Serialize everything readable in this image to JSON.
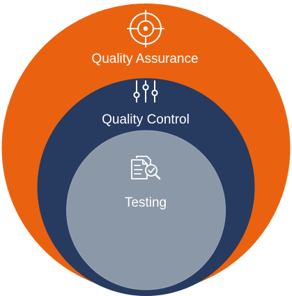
{
  "colors": {
    "outer": "#EA6210",
    "middle": "#273A60",
    "inner": "#8B98A8",
    "text": "#FFFFFF"
  },
  "layers": [
    {
      "label": "Quality Assurance",
      "icon": "target-crosshair-icon"
    },
    {
      "label": "Quality Control",
      "icon": "sliders-icon"
    },
    {
      "label": "Testing",
      "icon": "document-check-icon"
    }
  ]
}
